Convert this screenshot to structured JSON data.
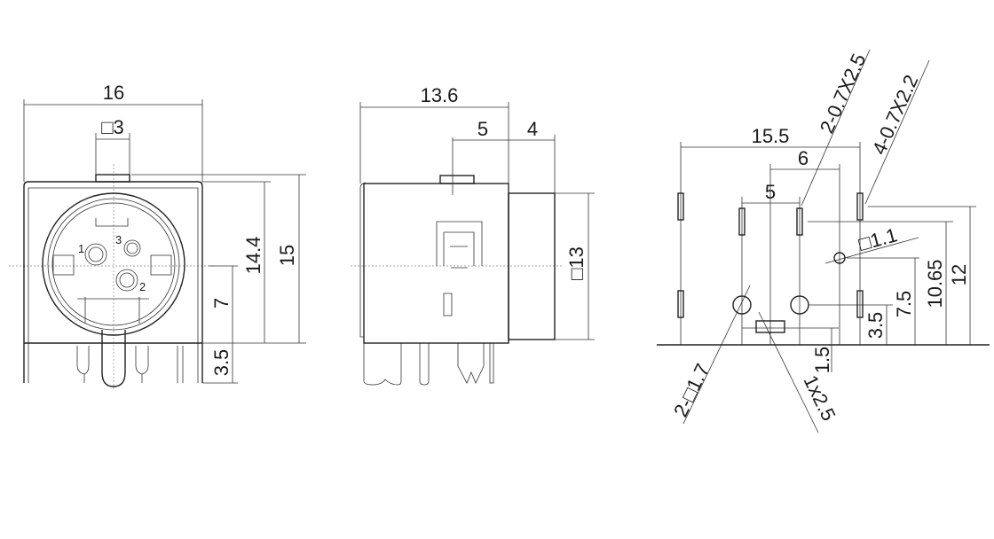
{
  "front_view": {
    "width": "16",
    "tab_width": "□3",
    "height_body": "14.4",
    "height_total": "15",
    "center_height": "7",
    "pin_length": "3.5",
    "pins": [
      "1",
      "2",
      "3"
    ]
  },
  "side_view": {
    "depth": "13.6",
    "tab_offset": "5",
    "barrel_length": "4",
    "barrel_diameter": "□13"
  },
  "footprint": {
    "width": "15.5",
    "spacing_6": "6",
    "spacing_5": "5",
    "slot_2": "2-0.7X2.5",
    "slot_4": "4-0.7X2.2",
    "hole_small": "□1.1",
    "holes_2": "2-□1.7",
    "slot_1": "1x2.5",
    "dim_1_5": "1.5",
    "dim_3_5": "3.5",
    "dim_7_5": "7.5",
    "dim_10_65": "10.65",
    "dim_12": "12"
  }
}
